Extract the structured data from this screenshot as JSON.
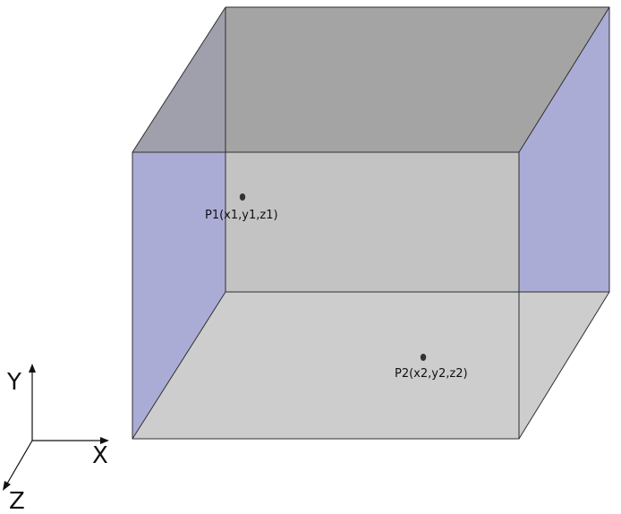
{
  "points": [
    {
      "id": "p1",
      "label": "P1(x1,y1,z1)"
    },
    {
      "id": "p2",
      "label": "P2(x2,y2,z2)"
    }
  ],
  "axes": {
    "y_label": "Y",
    "x_label": "X",
    "z_label": "Z"
  },
  "colors": {
    "side_face": "#abacd6",
    "back_face": "#c3c3c3",
    "top_face": "#a4a4a4",
    "bottom_face": "#cdcdcd",
    "edge": "#2f2f2f",
    "point": "#333333"
  }
}
